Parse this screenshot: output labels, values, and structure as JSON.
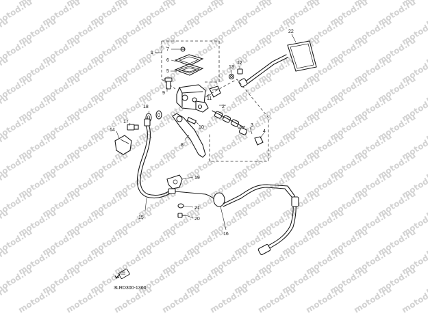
{
  "watermark": "motod.ru",
  "diagram_code": "3LRD300-1360",
  "callouts": {
    "c1": "1",
    "c2": "2",
    "c3": "3",
    "c4": "4",
    "c5": "5",
    "c6": "6",
    "c7": "7",
    "c8": "8",
    "c9": "9",
    "c10": "10",
    "c11": "11",
    "c12": "12",
    "c13": "13",
    "c14": "14",
    "c15": "15",
    "c16": "16",
    "c17": "17",
    "c18": "18",
    "c19": "19",
    "c20": "20",
    "c21": "21",
    "c22": "22"
  },
  "colors": {
    "line": "#1a1a1a",
    "watermark": "#d2d2d2",
    "background": "#ffffff"
  },
  "icons": {
    "front_arrow": "front-arrow-icon"
  }
}
